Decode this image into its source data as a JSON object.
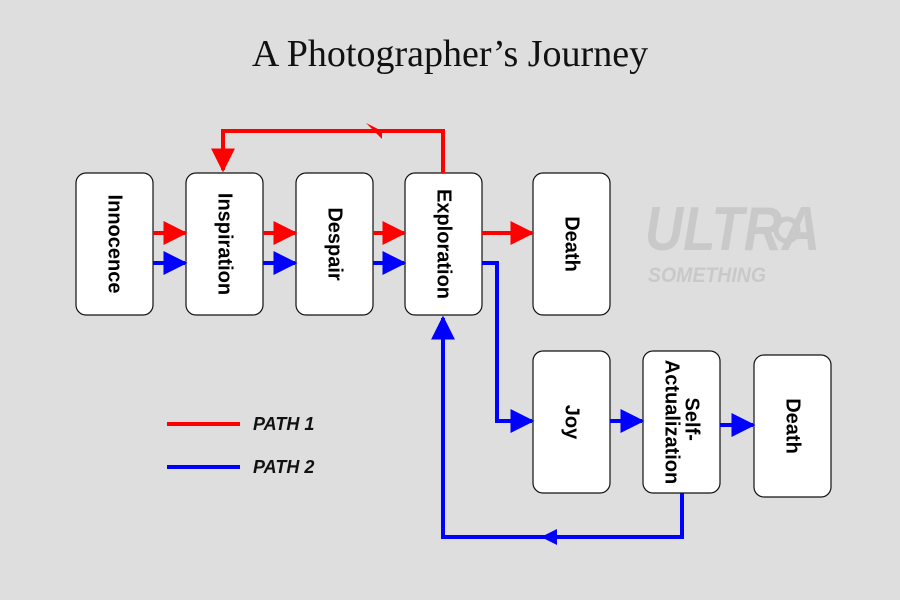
{
  "title": "A Photographer’s Journey",
  "colors": {
    "path1": "#ff0000",
    "path2": "#0000ff",
    "background": "#dedede"
  },
  "nodes": {
    "innocence": "Innocence",
    "inspiration": "Inspiration",
    "despair": "Despair",
    "exploration": "Exploration",
    "death_top": "Death",
    "joy": "Joy",
    "self_actualization": [
      "Self-",
      "Actualization"
    ],
    "death_bottom": "Death"
  },
  "legend": {
    "path1": "PATH 1",
    "path2": "PATH 2"
  },
  "watermark": {
    "line1": "ULTRA",
    "line2": "SOMETHING"
  }
}
